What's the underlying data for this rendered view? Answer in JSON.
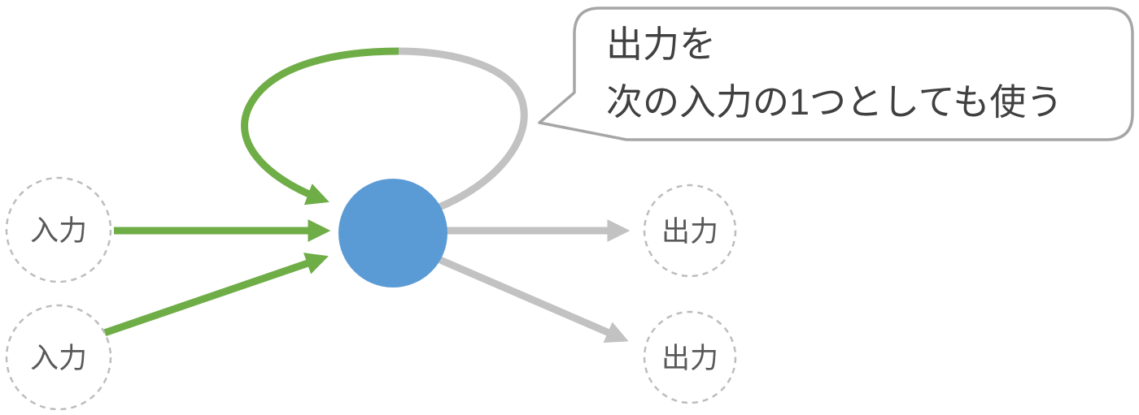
{
  "diagram": {
    "inputs": [
      {
        "label": "入力"
      },
      {
        "label": "入力"
      }
    ],
    "outputs": [
      {
        "label": "出力"
      },
      {
        "label": "出力"
      }
    ],
    "callout": {
      "line1": "出力を",
      "line2": "次の入力の1つとしても使う"
    },
    "colors": {
      "input_arrow_green": "#6FAD47",
      "neuron_blue": "#5B9BD5",
      "output_arrow_gray": "#C2C2C2",
      "node_border_gray": "#BDBDBD",
      "label_text": "#595959",
      "callout_border": "#A6A6A6",
      "callout_text": "#404040"
    }
  }
}
